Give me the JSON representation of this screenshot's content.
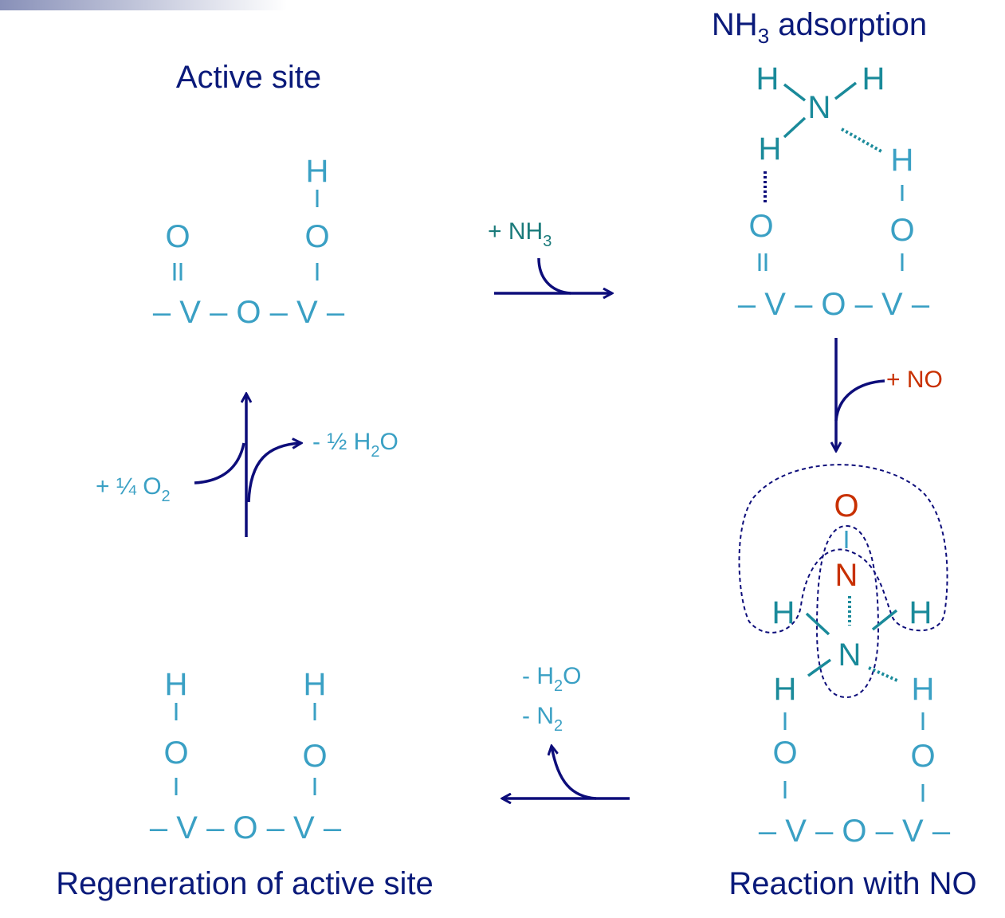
{
  "labels": {
    "active_site": "Active site",
    "nh3_adsorption_main": "NH",
    "nh3_adsorption_sub": "3",
    "nh3_adsorption_rest": " adsorption",
    "regeneration": "Regeneration of active site",
    "reaction_with_no": "Reaction with NO"
  },
  "reagents": {
    "plus_nh3_main": "+ NH",
    "plus_nh3_sub": "3",
    "plus_no": "+ NO",
    "minus_h2o_a": "- ",
    "minus_h2o_b": "H",
    "minus_h2o_sub": "2",
    "minus_h2o_c": "O",
    "minus_n2_main": "- N",
    "minus_n2_sub": "2",
    "plus_quarter_o2_main": "+ ¼ O",
    "plus_quarter_o2_sub": "2",
    "minus_half_h2o_main": "- ½ H",
    "minus_half_h2o_sub": "2",
    "minus_half_h2o_rest": "O"
  },
  "atoms": {
    "H": "H",
    "O": "O",
    "N": "N"
  },
  "chain": "– V – O – V –",
  "bond_symbols": {
    "single": "I",
    "double": "II"
  },
  "colors": {
    "atom_teal": "#3aa0c4",
    "nh3_teal": "#1a8a9a",
    "no_red": "#c83000",
    "arrow_navy": "#0d0d7a",
    "title_navy": "#0a1a7a"
  }
}
